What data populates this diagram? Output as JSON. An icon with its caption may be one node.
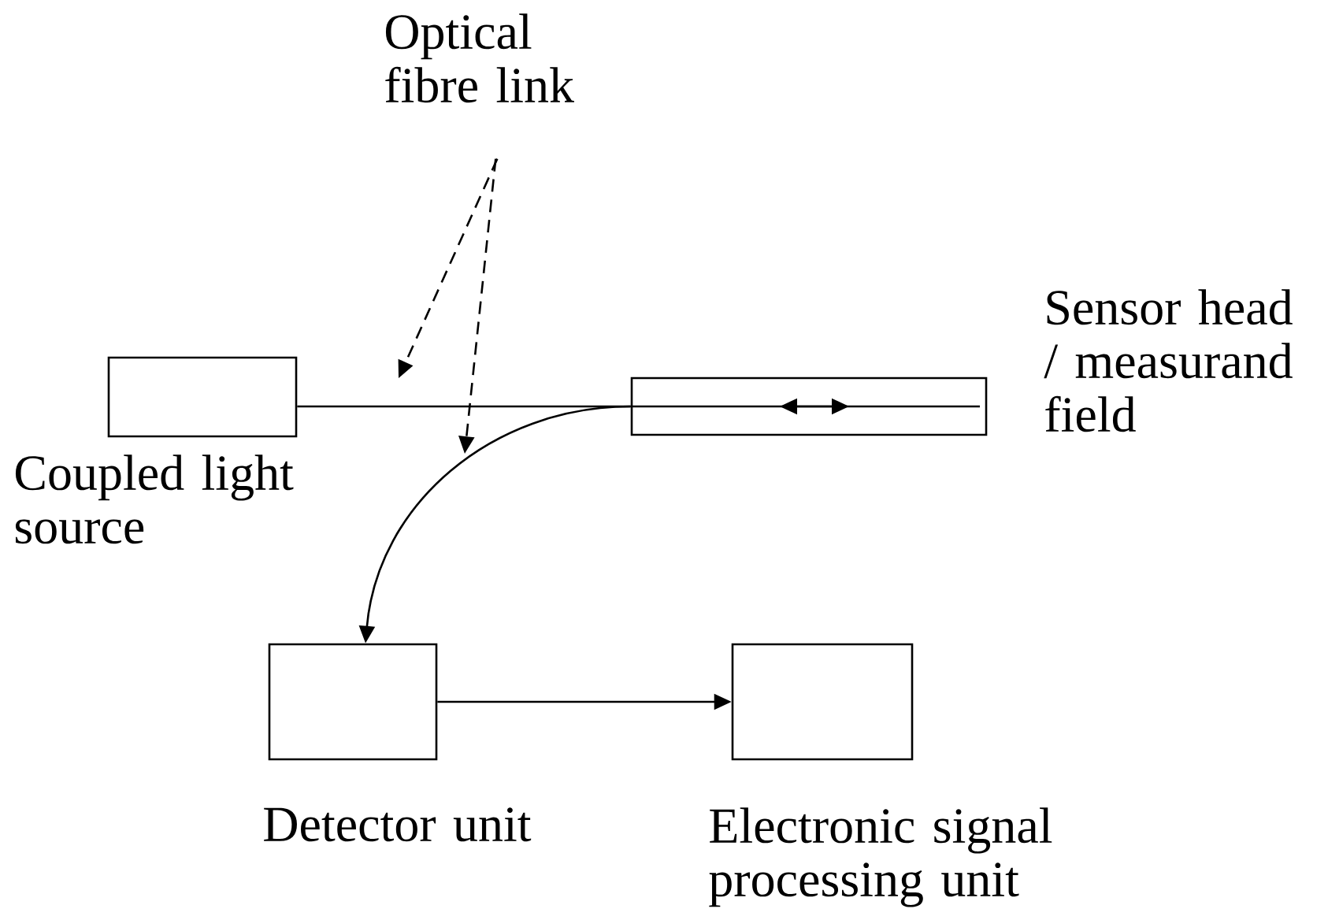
{
  "diagram": {
    "nodes": [
      {
        "text": [],
        "shape": "box",
        "beside": [
          "Coupled light source"
        ]
      },
      {
        "text": [],
        "shape": "box",
        "beside": [
          "Sensor head / measurand field"
        ]
      },
      {
        "text": [],
        "shape": "box",
        "beside": [
          "Detector unit"
        ]
      },
      {
        "text": [],
        "shape": "box",
        "beside": [
          "Electronic signal processing unit"
        ]
      },
      {
        "text": [
          "Optical fibre link"
        ]
      }
    ],
    "edges": [
      {
        "from": 0,
        "to": 1,
        "arrow": "none"
      },
      {
        "from": 1,
        "to": 2,
        "arrow": "to"
      },
      {
        "from": 2,
        "to": 3,
        "arrow": "to"
      },
      {
        "from": 4,
        "to": null,
        "arrow": "to",
        "style": "dashed"
      },
      {
        "from": 4,
        "to": null,
        "arrow": "to",
        "style": "dashed"
      }
    ]
  }
}
